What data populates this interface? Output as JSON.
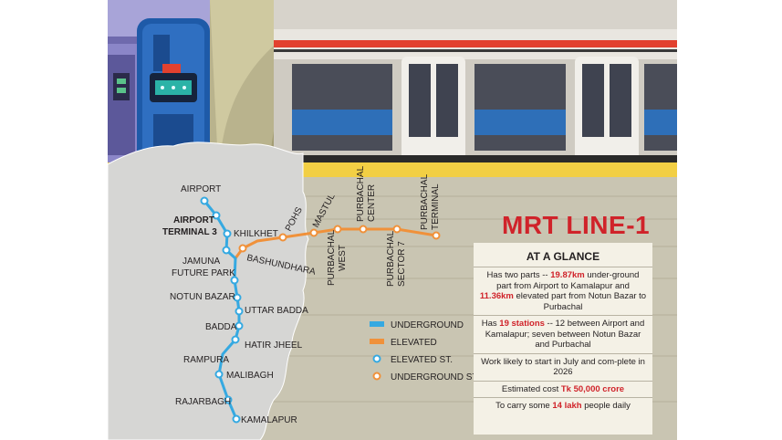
{
  "title": "MRT LINE-1",
  "stations_blue": [
    "AIRPORT",
    "KHILKHET",
    "NOTUN BAZAR",
    "UTTAR BADDA",
    "BADDA",
    "HATIR JHEEL",
    "RAMPURA",
    "MALIBAGH",
    "RAJARBAGH",
    "KAMALAPUR"
  ],
  "airport_terminal": [
    "AIRPORT",
    "TERMINAL 3"
  ],
  "jamuna": [
    "JAMUNA",
    "FUTURE PARK"
  ],
  "bashundhara": "BASHUNDHARA",
  "pohs": "POHS",
  "mastul": "MASTUL",
  "purbachal_west": [
    "PURBACHAL",
    "WEST"
  ],
  "purbachal_center": [
    "PURBACHAL",
    "CENTER"
  ],
  "purbachal_sector7": [
    "PURBACHAL",
    "SECTOR 7"
  ],
  "purbachal_terminal": [
    "PURBACHAL",
    "TERMINAL"
  ],
  "legend": {
    "underground": "UNDERGROUND",
    "elevated": "ELEVATED",
    "elevated_st": "ELEVATED ST.",
    "underground_st": "UNDERGROUND ST."
  },
  "colors": {
    "underground": "#35a9e1",
    "elevated": "#f0913a",
    "title_red": "#d0232a",
    "panel_bg": "#f4f1e6",
    "map_land": "#d6d6d4",
    "platform_yellow": "#f2cf44",
    "train_red": "#e2412f"
  },
  "glance": {
    "heading": "AT A GLANCE",
    "r1": {
      "a": "Has two parts -- ",
      "b": "19.87km",
      "c": " under-ground part from Airport to Kamalapur and ",
      "d": "11.36km",
      "e": " elevated part from Notun Bazar to Purbachal"
    },
    "r2": {
      "a": "Has ",
      "b": "19 stations",
      "c": " -- 12 between Airport and Kamalapur; seven between Notun Bazar and Purbachal"
    },
    "r3": "Work likely to start in July and com-plete in 2026",
    "r4": {
      "a": "Estimated cost ",
      "b": "Tk 50,000 crore"
    },
    "r5": {
      "a": "To carry some ",
      "b": "14 lakh",
      "c": " people daily"
    }
  }
}
